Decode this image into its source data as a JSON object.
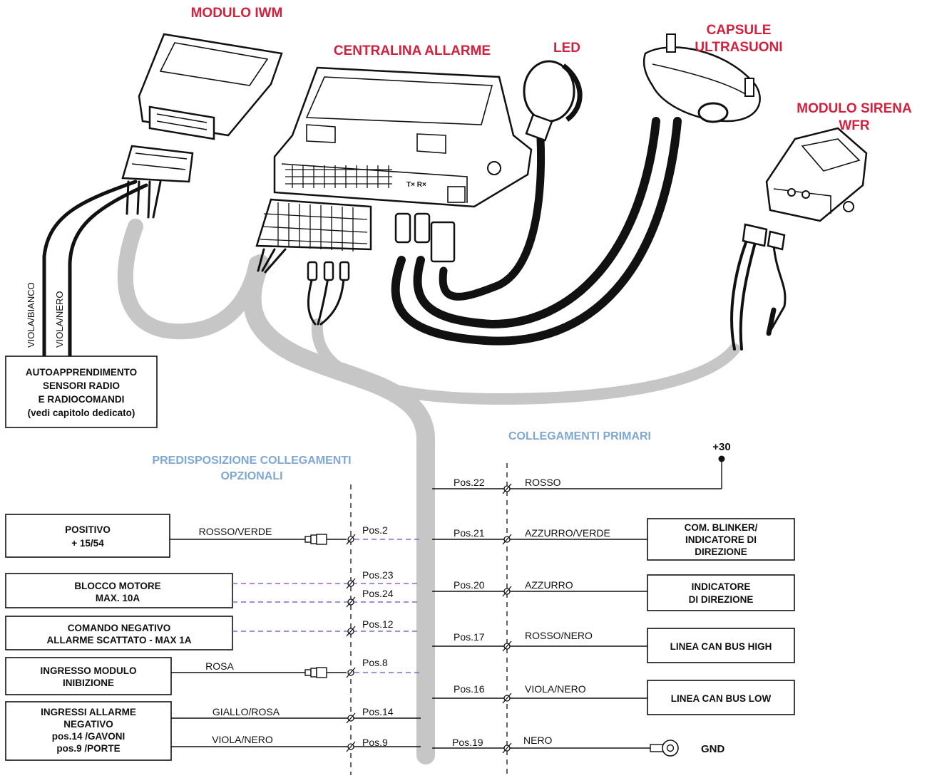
{
  "components": {
    "iwm": "MODULO IWM",
    "centralina": "CENTRALINA ALLARME",
    "led": "LED",
    "capsule_l1": "CAPSULE",
    "capsule_l2": "ULTRASUONI",
    "sirena_l1": "MODULO SIRENA",
    "sirena_l2": "WFR",
    "txrx": "T× R×"
  },
  "learning": {
    "wire1": "VIOLA/BIANCO",
    "wire2": "VIOLA/NERO",
    "l1": "AUTOAPPRENDIMENTO",
    "l2": "SENSORI RADIO",
    "l3": "E RADIOCOMANDI",
    "l4": "(vedi capitolo dedicato)"
  },
  "sections": {
    "primary": "COLLEGAMENTI PRIMARI",
    "optional_l1": "PREDISPOSIZIONE COLLEGAMENTI",
    "optional_l2": "OPZIONALI"
  },
  "optional": {
    "positivo": {
      "l1": "POSITIVO",
      "l2": "+ 15/54",
      "wire": "ROSSO/VERDE",
      "pos": "Pos.2"
    },
    "blocco": {
      "l1": "BLOCCO MOTORE",
      "l2": "MAX. 10A",
      "pos_a": "Pos.23",
      "pos_b": "Pos.24"
    },
    "comando": {
      "l1": "COMANDO NEGATIVO",
      "l2": "ALLARME SCATTATO - MAX 1A",
      "pos": "Pos.12"
    },
    "inibizione": {
      "l1": "INGRESSO MODULO",
      "l2": "INIBIZIONE",
      "wire": "ROSA",
      "pos": "Pos.8"
    },
    "ingressi": {
      "l1": "INGRESSI ALLARME",
      "l2": "NEGATIVO",
      "l3": "pos.14 /GAVONI",
      "l4": "pos.9 /PORTE",
      "wire_a": "GIALLO/ROSA",
      "pos_a": "Pos.14",
      "wire_b": "VIOLA/NERO",
      "pos_b": "Pos.9"
    }
  },
  "primary": {
    "plus30": "+30",
    "rows": [
      {
        "pos": "Pos.22",
        "wire": "ROSSO"
      },
      {
        "pos": "Pos.21",
        "wire": "AZZURRO/VERDE"
      },
      {
        "pos": "Pos.20",
        "wire": "AZZURRO"
      },
      {
        "pos": "Pos.17",
        "wire": "ROSSO/NERO"
      },
      {
        "pos": "Pos.16",
        "wire": "VIOLA/NERO"
      },
      {
        "pos": "Pos.19",
        "wire": "NERO"
      }
    ],
    "blinker": {
      "l1": "COM. BLINKER/",
      "l2": "INDICATORE DI",
      "l3": "DIREZIONE"
    },
    "indicatore": {
      "l1": "INDICATORE",
      "l2": "DI DIREZIONE"
    },
    "can_high": "LINEA CAN BUS HIGH",
    "can_low": "LINEA CAN BUS LOW",
    "gnd": "GND"
  }
}
